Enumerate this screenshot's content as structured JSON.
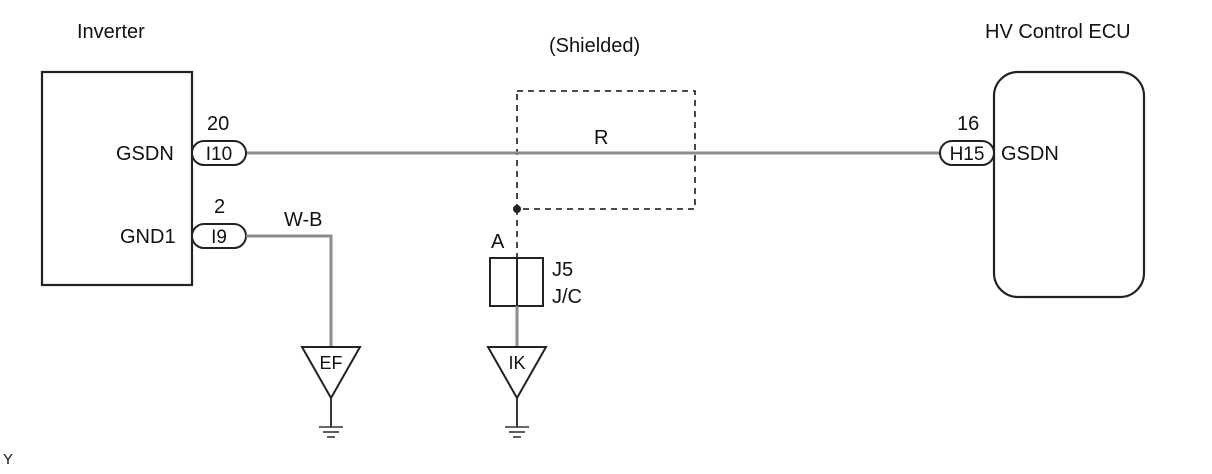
{
  "components": {
    "inverter": {
      "title": "Inverter"
    },
    "ecu": {
      "title": "HV Control ECU"
    },
    "shield": {
      "label": "(Shielded)"
    },
    "junction": {
      "point": "A",
      "id": "J5",
      "type": "J/C"
    }
  },
  "terminals": {
    "inverter_gsdn": {
      "name": "GSDN",
      "connector": "I10",
      "pin": "20"
    },
    "inverter_gnd1": {
      "name": "GND1",
      "connector": "I9",
      "pin": "2"
    },
    "ecu_gsdn": {
      "name": "GSDN",
      "connector": "H15",
      "pin": "16"
    }
  },
  "wires": {
    "signal": {
      "color_code": "R"
    },
    "ground": {
      "color_code": "W-B"
    }
  },
  "grounds": {
    "ef": {
      "label": "EF"
    },
    "ik": {
      "label": "IK"
    }
  },
  "corner_mark": "Y",
  "colors": {
    "wire": "#8c8c8c",
    "line": "#222222",
    "background": "#ffffff"
  }
}
